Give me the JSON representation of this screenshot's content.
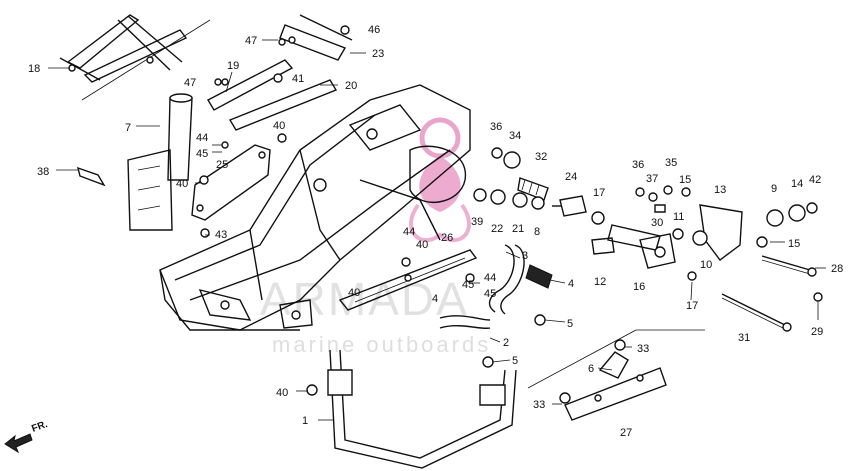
{
  "labels": {
    "p1": "1",
    "p2": "2",
    "p3": "3",
    "p4a": "4",
    "p4b": "4",
    "p5a": "5",
    "p5b": "5",
    "p6": "6",
    "p7": "7",
    "p8": "8",
    "p9": "9",
    "p10": "10",
    "p11": "11",
    "p12": "12",
    "p13": "13",
    "p14": "14",
    "p15a": "15",
    "p15b": "15",
    "p16": "16",
    "p17a": "17",
    "p17b": "17",
    "p18": "18",
    "p19": "19",
    "p20": "20",
    "p21": "21",
    "p22": "22",
    "p23": "23",
    "p24": "24",
    "p25": "25",
    "p26": "26",
    "p27": "27",
    "p28": "28",
    "p29": "29",
    "p30": "30",
    "p31": "31",
    "p32": "32",
    "p33a": "33",
    "p33b": "33",
    "p34": "34",
    "p35": "35",
    "p36a": "36",
    "p36b": "36",
    "p37": "37",
    "p38": "38",
    "p39": "39",
    "p40a": "40",
    "p40b": "40",
    "p40c": "40",
    "p40d": "40",
    "p40e": "40",
    "p41": "41",
    "p42": "42",
    "p43": "43",
    "p44a": "44",
    "p44b": "44",
    "p44c": "44",
    "p45a": "45",
    "p45b": "45",
    "p45c": "45",
    "p46": "46",
    "p47a": "47",
    "p47b": "47"
  },
  "direction_label": "FR.",
  "watermark": {
    "brand": "ARMADA",
    "tagline": "marine outboards",
    "accent_color": "#e58fbf"
  }
}
